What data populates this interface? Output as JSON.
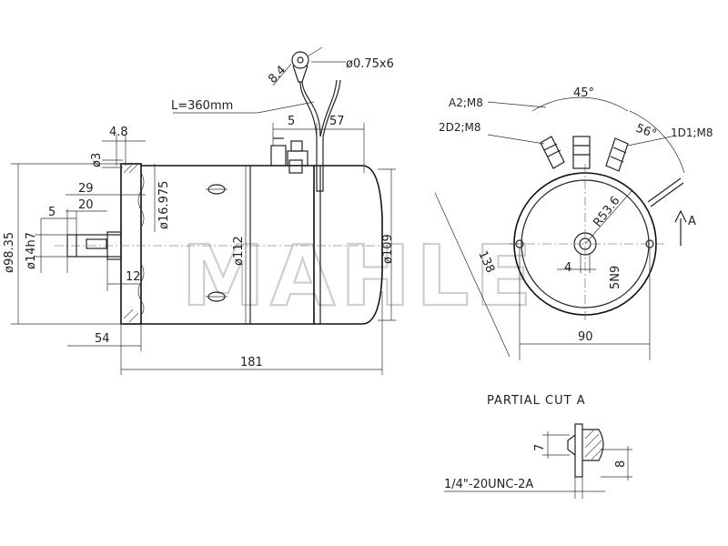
{
  "watermark": "MAHLE",
  "side_view": {
    "dims": {
      "cable_diameter": "ø0.75x6",
      "lug_size": "8.4",
      "cable_length": "L=360mm",
      "shaft_stick_out": "4.8",
      "terminal_offset": "5",
      "terminal_position": "57",
      "dia_3": "ø3",
      "dia_16975": "ø16.975",
      "len_29": "29",
      "len_20": "20",
      "len_5": "5",
      "dia_9835": "ø98.35",
      "dia_14h7": "ø14h7",
      "dia_112": "ø112",
      "dia_109": "ø109",
      "len_12": "12",
      "len_54": "54",
      "len_181": "181"
    }
  },
  "end_view": {
    "dims": {
      "angle_45": "45°",
      "angle_56": "56°",
      "label_a2": "A2;M8",
      "label_2d2": "2D2;M8",
      "label_1d1": "1D1;M8",
      "radius": "R53.6",
      "section_marker": "A",
      "key_width": "4",
      "key_tol": "5N9",
      "diag_138": "138",
      "width_90": "90"
    }
  },
  "partial_cut": {
    "title": "PARTIAL CUT A",
    "dim_7": "7",
    "dim_8": "8",
    "thread": "1/4\"-20UNC-2A"
  }
}
